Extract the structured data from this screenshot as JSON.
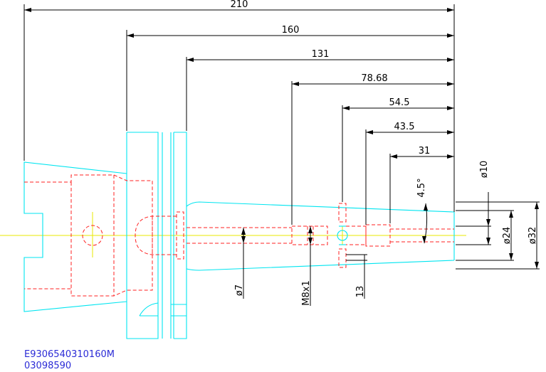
{
  "drawing": {
    "length_dims": [
      {
        "id": "210",
        "label": "210"
      },
      {
        "id": "160",
        "label": "160"
      },
      {
        "id": "131",
        "label": "131"
      },
      {
        "id": "78_68",
        "label": "78.68"
      },
      {
        "id": "54_5",
        "label": "54.5"
      },
      {
        "id": "43_5",
        "label": "43.5"
      },
      {
        "id": "31",
        "label": "31"
      }
    ],
    "feature_labels": {
      "angle": "4.5°",
      "dia10": "ø10",
      "dia24": "ø24",
      "dia32": "ø32",
      "dia7": "ø7",
      "thread": "M8x1",
      "dim13": "13"
    },
    "codes": {
      "part_number": "E9306540310160M",
      "order_number": "03098590"
    },
    "colors": {
      "outline": "#00e5f0",
      "hidden": "#ff2020",
      "centerline": "#e8e800",
      "dimension": "#000000",
      "code_text": "#2b2bd6"
    }
  }
}
